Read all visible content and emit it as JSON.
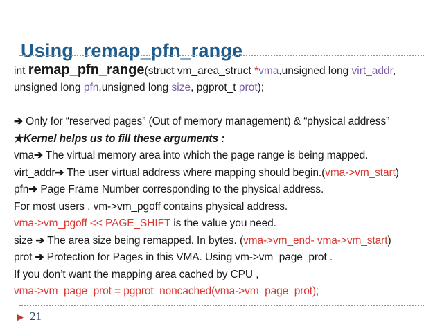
{
  "header": {
    "title": "Using remap_pfn_range"
  },
  "footer": {
    "triangle_icon": "▶",
    "page_number": "21"
  },
  "colors": {
    "title_blue": "#1F5C8B",
    "code_red": "#D93831",
    "param_purple": "#7A5CA8",
    "divider_red": "#CF7A6E",
    "page_number_blue": "#2F4571",
    "triangle_red": "#BE3B2F"
  },
  "lines": [
    {
      "name": "signature-line-1",
      "segments": [
        "int ",
        "remap_pfn_range",
        "(struct vm_area_struct ",
        "*",
        "vma",
        ",unsigned long ",
        "virt_addr",
        ","
      ]
    },
    {
      "name": "signature-line-2",
      "segments": [
        "unsigned long ",
        "pfn",
        ",unsigned long ",
        "size",
        ", pgprot_t ",
        "prot",
        ");"
      ]
    },
    {
      "name": "bullet-only-for",
      "segments": [
        "➔ ",
        "Only for “reserved pages” (Out of memory management) & “physical address”"
      ]
    },
    {
      "name": "bullet-kernel-helps",
      "segments": [
        "★ ",
        "Kernel helps us to fill these arguments :"
      ]
    },
    {
      "name": "arg-vma",
      "segments": [
        "vma",
        "➔",
        " The virtual memory area into which the page range is being mapped."
      ]
    },
    {
      "name": "arg-virt-addr",
      "segments": [
        "virt_addr",
        "➔",
        " The user virtual address where mapping should begin.(",
        "vma->vm_start",
        ")"
      ]
    },
    {
      "name": "arg-pfn",
      "segments": [
        "pfn",
        "➔",
        " Page Frame Number corresponding to the physical address."
      ]
    },
    {
      "name": "pfn-note-1",
      "segments": [
        "For most users , vm->vm_pgoff contains physical address."
      ]
    },
    {
      "name": "pfn-note-2",
      "segments": [
        "vma->vm_pgoff << PAGE_SHIFT",
        " is the value you need."
      ]
    },
    {
      "name": "arg-size",
      "segments": [
        "size ",
        "➔",
        " The area size being remapped. In bytes. (",
        "vma->vm_end- vma->vm_start",
        ")"
      ]
    },
    {
      "name": "arg-prot",
      "segments": [
        "prot ",
        "➔",
        " Protection for Pages in this VMA. Using vm->vm_page_prot ."
      ]
    },
    {
      "name": "prot-note-1",
      "segments": [
        "If you don’t want the mapping area cached by CPU ,"
      ]
    },
    {
      "name": "prot-note-2",
      "segments": [
        "vma->vm_page_prot = pgprot_noncached(vma->vm_page_prot);"
      ]
    }
  ]
}
